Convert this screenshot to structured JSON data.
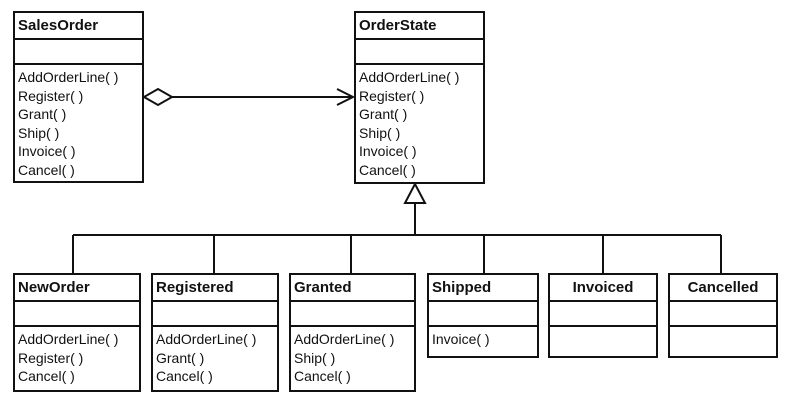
{
  "classes": {
    "sales_order": {
      "name": "SalesOrder",
      "operations": [
        "AddOrderLine( )",
        "Register( )",
        "Grant( )",
        "Ship( )",
        "Invoice( )",
        "Cancel( )"
      ]
    },
    "order_state": {
      "name": "OrderState",
      "operations": [
        "AddOrderLine( )",
        "Register( )",
        "Grant( )",
        "Ship( )",
        "Invoice( )",
        "Cancel( )"
      ]
    },
    "new_order": {
      "name": "NewOrder",
      "operations": [
        "AddOrderLine( )",
        "Register( )",
        "Cancel( )"
      ]
    },
    "registered": {
      "name": "Registered",
      "operations": [
        "AddOrderLine( )",
        "Grant( )",
        "Cancel( )"
      ]
    },
    "granted": {
      "name": "Granted",
      "operations": [
        "AddOrderLine( )",
        "Ship( )",
        "Cancel( )"
      ]
    },
    "shipped": {
      "name": "Shipped",
      "operations": [
        "Invoice( )"
      ]
    },
    "invoiced": {
      "name": "Invoiced",
      "operations": []
    },
    "cancelled": {
      "name": "Cancelled",
      "operations": []
    }
  },
  "relationships": [
    {
      "type": "aggregation",
      "from": "SalesOrder",
      "to": "OrderState"
    },
    {
      "type": "generalization",
      "parent": "OrderState",
      "children": [
        "NewOrder",
        "Registered",
        "Granted",
        "Shipped",
        "Invoiced",
        "Cancelled"
      ]
    }
  ]
}
